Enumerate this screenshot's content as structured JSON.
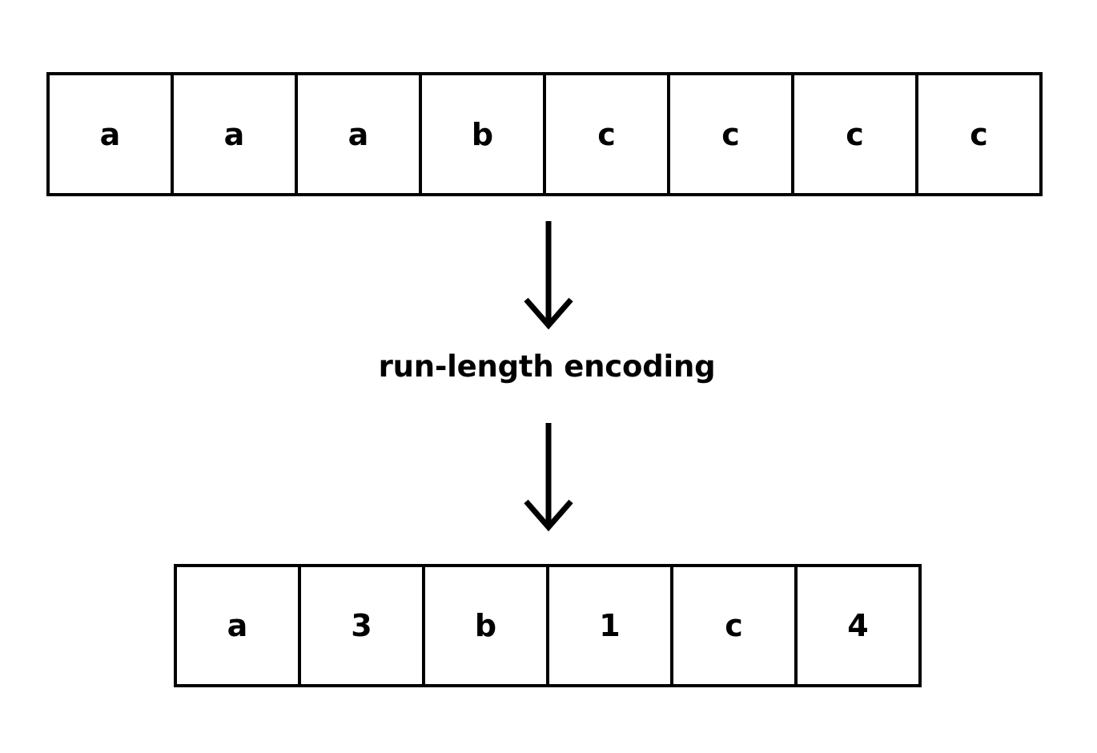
{
  "diagram": {
    "title": "run-length encoding",
    "colors": {
      "stroke": "#000000",
      "background": "#ffffff",
      "text": "#000000"
    },
    "input_row": {
      "name": "input-sequence",
      "cells": [
        {
          "value": "a"
        },
        {
          "value": "a"
        },
        {
          "value": "a"
        },
        {
          "value": "b"
        },
        {
          "value": "c"
        },
        {
          "value": "c"
        },
        {
          "value": "c"
        },
        {
          "value": "c"
        }
      ]
    },
    "transform": {
      "label": "run-length encoding",
      "arrow_top": "down-arrow",
      "arrow_bottom": "down-arrow"
    },
    "output_row": {
      "name": "encoded-sequence",
      "cells": [
        {
          "value": "a"
        },
        {
          "value": "3"
        },
        {
          "value": "b"
        },
        {
          "value": "1"
        },
        {
          "value": "c"
        },
        {
          "value": "4"
        }
      ]
    }
  }
}
